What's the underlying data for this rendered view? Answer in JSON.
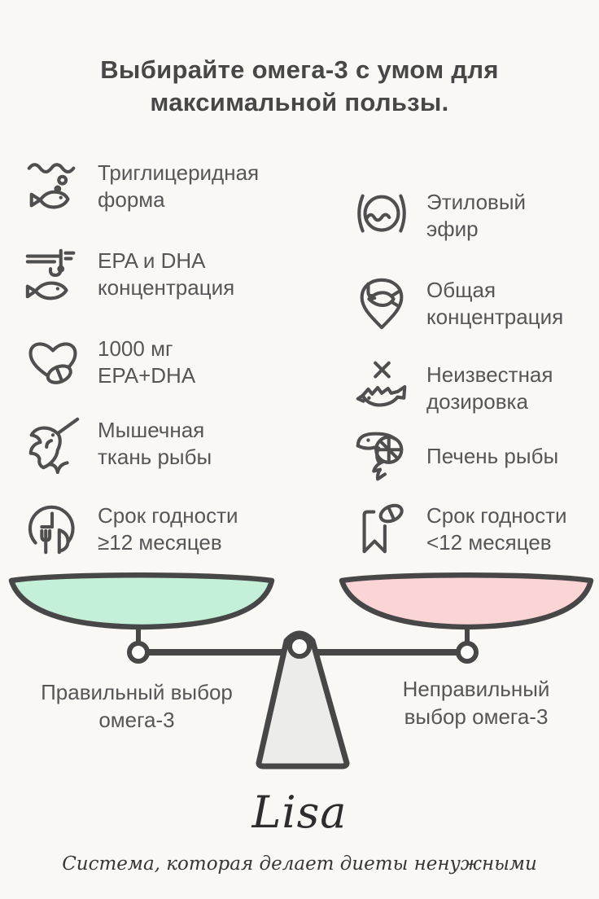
{
  "title": "Выбирайте омега-3 с умом для\nмаксимальной пользы.",
  "good_column": {
    "items": [
      {
        "icon": "fish-under-waves-icon",
        "label": "Триглицеридная\nформа"
      },
      {
        "icon": "fishing-hook-fish-icon",
        "label": "EPA и DHA\nконцентрация"
      },
      {
        "icon": "heart-pill-icon",
        "label": "1000 мг\nEPA+DHA"
      },
      {
        "icon": "marlin-fish-icon",
        "label": "Мышечная\nткань рыбы"
      },
      {
        "icon": "clock-utensils-icon",
        "label": "Срок годности\n≥12 месяцев"
      }
    ]
  },
  "bad_column": {
    "items": [
      {
        "icon": "ethyl-ester-circle-icon",
        "label": "Этиловый\nэфир"
      },
      {
        "icon": "map-pin-fish-icon",
        "label": "Общая\nконцентрация"
      },
      {
        "icon": "crossed-fish-icon",
        "label": "Неизвестная\nдозировка"
      },
      {
        "icon": "shrimp-icon",
        "label": "Печень рыбы"
      },
      {
        "icon": "bookmark-pill-icon",
        "label": "Срок годности\n<12 месяцев"
      }
    ]
  },
  "scale": {
    "left_pan_label": "Правильный выбор\nомега-3",
    "right_pan_label": "Неправильный\nвыбор омега-3",
    "left_pan_color": "#c4f0d9",
    "right_pan_color": "#fbd4d6",
    "fulcrum_color": "#ececea"
  },
  "footer": {
    "brand": "Lisa",
    "tagline": "Система, которая делает диеты ненужными"
  },
  "colors": {
    "background": "#faf8f5",
    "ink": "#4d4d4d"
  }
}
